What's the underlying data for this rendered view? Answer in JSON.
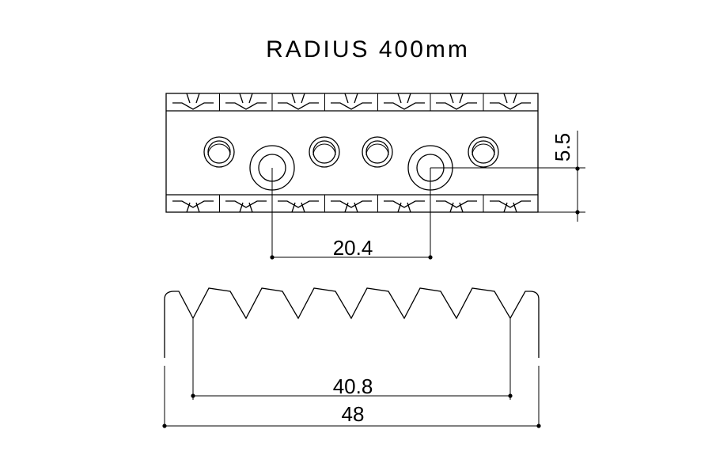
{
  "title": "RADIUS 400mm",
  "dimensions": {
    "hole_spacing": "20.4",
    "thickness": "5.5",
    "inner_width": "40.8",
    "overall_width": "48"
  }
}
